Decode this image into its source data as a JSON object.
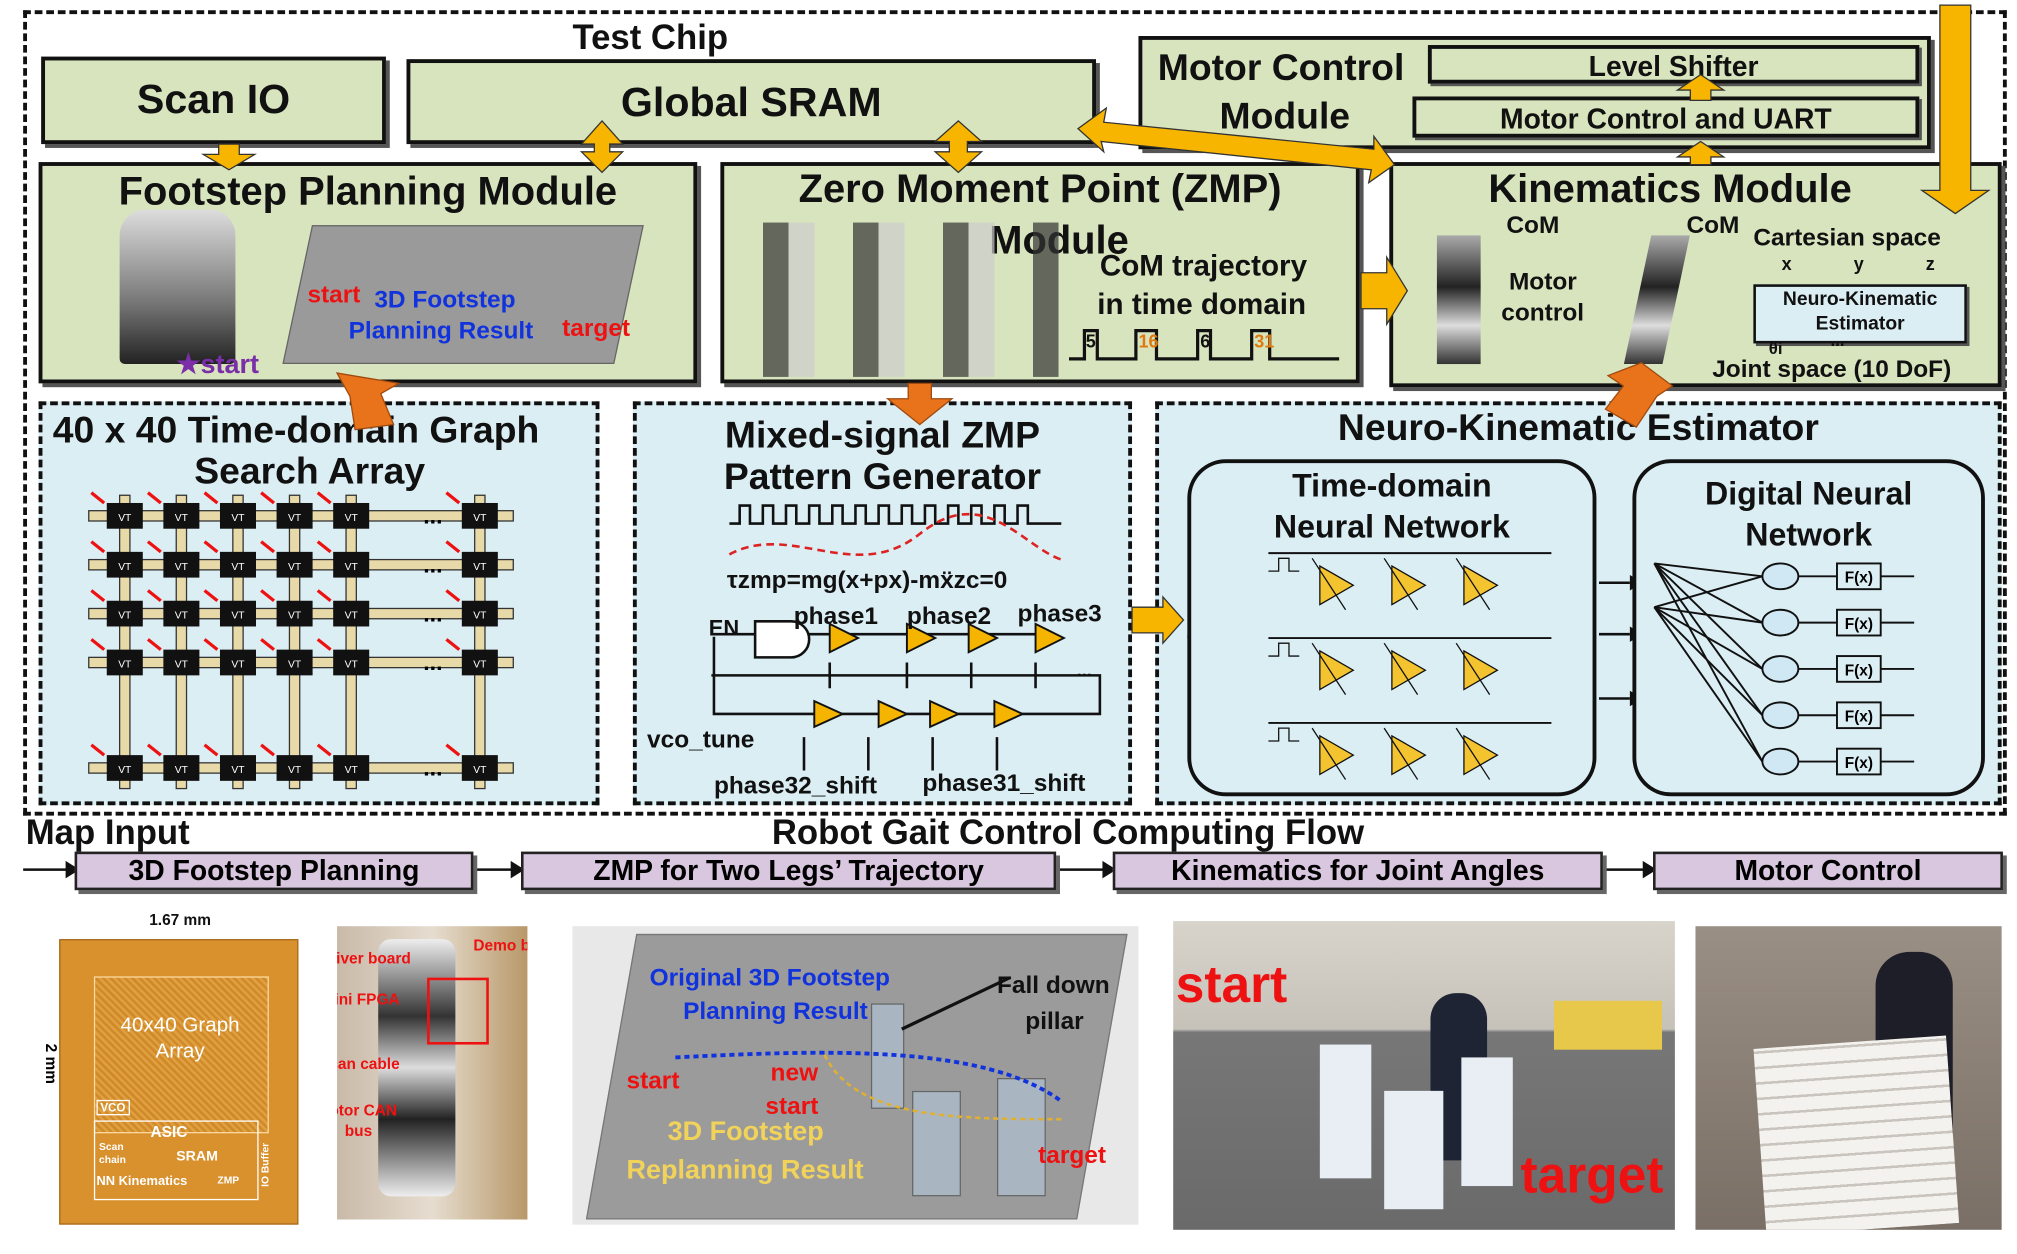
{
  "test_chip_label": "Test Chip",
  "scan_io": "Scan IO",
  "global_sram": "Global SRAM",
  "motor_control": {
    "title_line1": "Motor Control",
    "title_line2": "Module",
    "level_shifter": "Level Shifter",
    "uart": "Motor Control and UART"
  },
  "footstep": {
    "title": "Footstep Planning Module",
    "start_red": "start",
    "result": "3D Footstep",
    "result2": "Planning Result",
    "target": "target",
    "start_purple": "start"
  },
  "zmp": {
    "title_line1": "Zero Moment Point (ZMP)",
    "title_line2": "Module",
    "traj1": "CoM trajectory",
    "traj2": "in time domain",
    "pulses": [
      "5",
      "16",
      "6",
      "31"
    ]
  },
  "kinematics": {
    "title": "Kinematics Module",
    "com1": "CoM",
    "com2": "CoM",
    "motor1": "Motor",
    "motor2": "control",
    "cartesian": "Cartesian space",
    "x": "x",
    "y": "y",
    "z": "z",
    "nke1": "Neuro-Kinematic",
    "nke2": "Estimator",
    "theta": "θi",
    "dots": "...",
    "joint": "Joint space (10 DoF)"
  },
  "graph_array": {
    "title1": "40 x 40 Time-domain Graph",
    "title2": "Search Array",
    "cell_label": "VT",
    "ellipsis": "..."
  },
  "zmp_gen": {
    "title1": "Mixed-signal ZMP",
    "title2": "Pattern Generator",
    "formula": "τzmp=mg(x+px)-mẍzc=0",
    "en": "EN",
    "phase1": "phase1",
    "phase2": "phase2",
    "phase3": "phase3",
    "vco_tune": "vco_tune",
    "phase32": "phase32_shift",
    "phase31": "phase31_shift",
    "dots": "..."
  },
  "nke": {
    "title": "Neuro-Kinematic Estimator",
    "td1": "Time-domain",
    "td2": "Neural Network",
    "dn1": "Digital Neural",
    "dn2": "Network",
    "fx": [
      "F(x)",
      "F(x)",
      "F(x)",
      "F(x)",
      "F(x)"
    ]
  },
  "flow": {
    "map_input": "Map Input",
    "title": "Robot Gait Control Computing Flow",
    "steps": [
      "3D Footstep Planning",
      "ZMP for Two Legs’ Trajectory",
      "Kinematics for Joint Angles",
      "Motor Control"
    ]
  },
  "chip_photo": {
    "width": "1.67 mm",
    "height": "2 mm",
    "array1": "40x40 Graph",
    "array2": "Array",
    "vco": "VCO",
    "asic": "ASIC",
    "scan1": "Scan",
    "scan2": "chain",
    "sram": "SRAM",
    "nn": "NN Kinematics",
    "zmp": "ZMP",
    "io": "IO Buffer"
  },
  "robot_photo": {
    "driver": "Driver board",
    "demo": "Demo board",
    "fpga": "Mini FPGA",
    "scan": "Scan cable",
    "can1": "Motor CAN",
    "can2": "bus"
  },
  "sim_photo": {
    "orig1": "Original 3D Footstep",
    "orig2": "Planning Result",
    "fall1": "Fall down",
    "fall2": "pillar",
    "start": "start",
    "new1": "new",
    "new2": "start",
    "replan1": "3D Footstep",
    "replan2": "Replanning Result",
    "target": "target"
  },
  "room_photo": {
    "start": "start",
    "target": "target"
  },
  "colors": {
    "module_fill": "#d7e4bd",
    "panel_fill": "#dbeef4",
    "flow_fill": "#d9c6df",
    "arrow_yellow": "#f7b500",
    "arrow_orange": "#e8731a",
    "red": "#ee1111",
    "blue": "#1133dd"
  }
}
